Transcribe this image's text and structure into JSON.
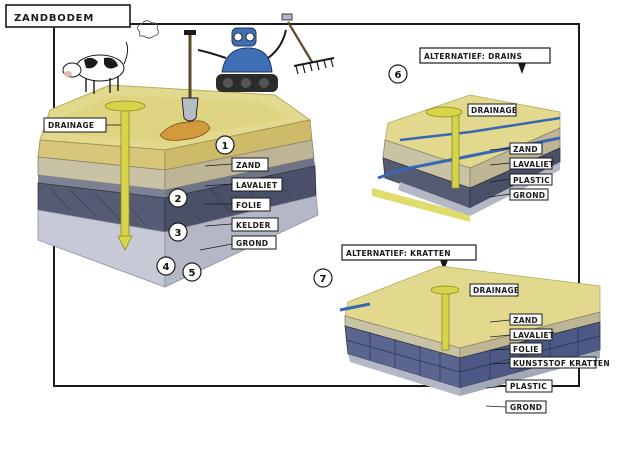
{
  "main": {
    "title": "ZANDBODEM",
    "labels": [
      "DRAINAGE",
      "ZAND",
      "LAVALIET",
      "FOLIE",
      "KELDER",
      "GROND"
    ],
    "numbers": [
      "1",
      "2",
      "3",
      "4",
      "5"
    ]
  },
  "drains": {
    "title": "ALTERNATIEF: DRAINS",
    "number": "6",
    "labels": [
      "DRAINAGE",
      "ZAND",
      "LAVALIET",
      "PLASTIC",
      "GROND"
    ]
  },
  "kratten": {
    "title": "ALTERNATIEF: KRATTEN",
    "number": "7",
    "labels": [
      "DRAINAGE",
      "ZAND",
      "LAVALIET",
      "FOLIE",
      "KUNSTSTOF KRATTEN",
      "PLASTIC",
      "GROND"
    ]
  },
  "colors": {
    "sand": "#d9cf86",
    "sand_dark": "#c9b763",
    "lava": "#8a8070",
    "gray_layer": "#6f7486",
    "ground": "#b8bcc9",
    "drain_yellow": "#d8d44a",
    "robot_blue": "#3f6fb4",
    "pipe_blue": "#3766b3"
  }
}
